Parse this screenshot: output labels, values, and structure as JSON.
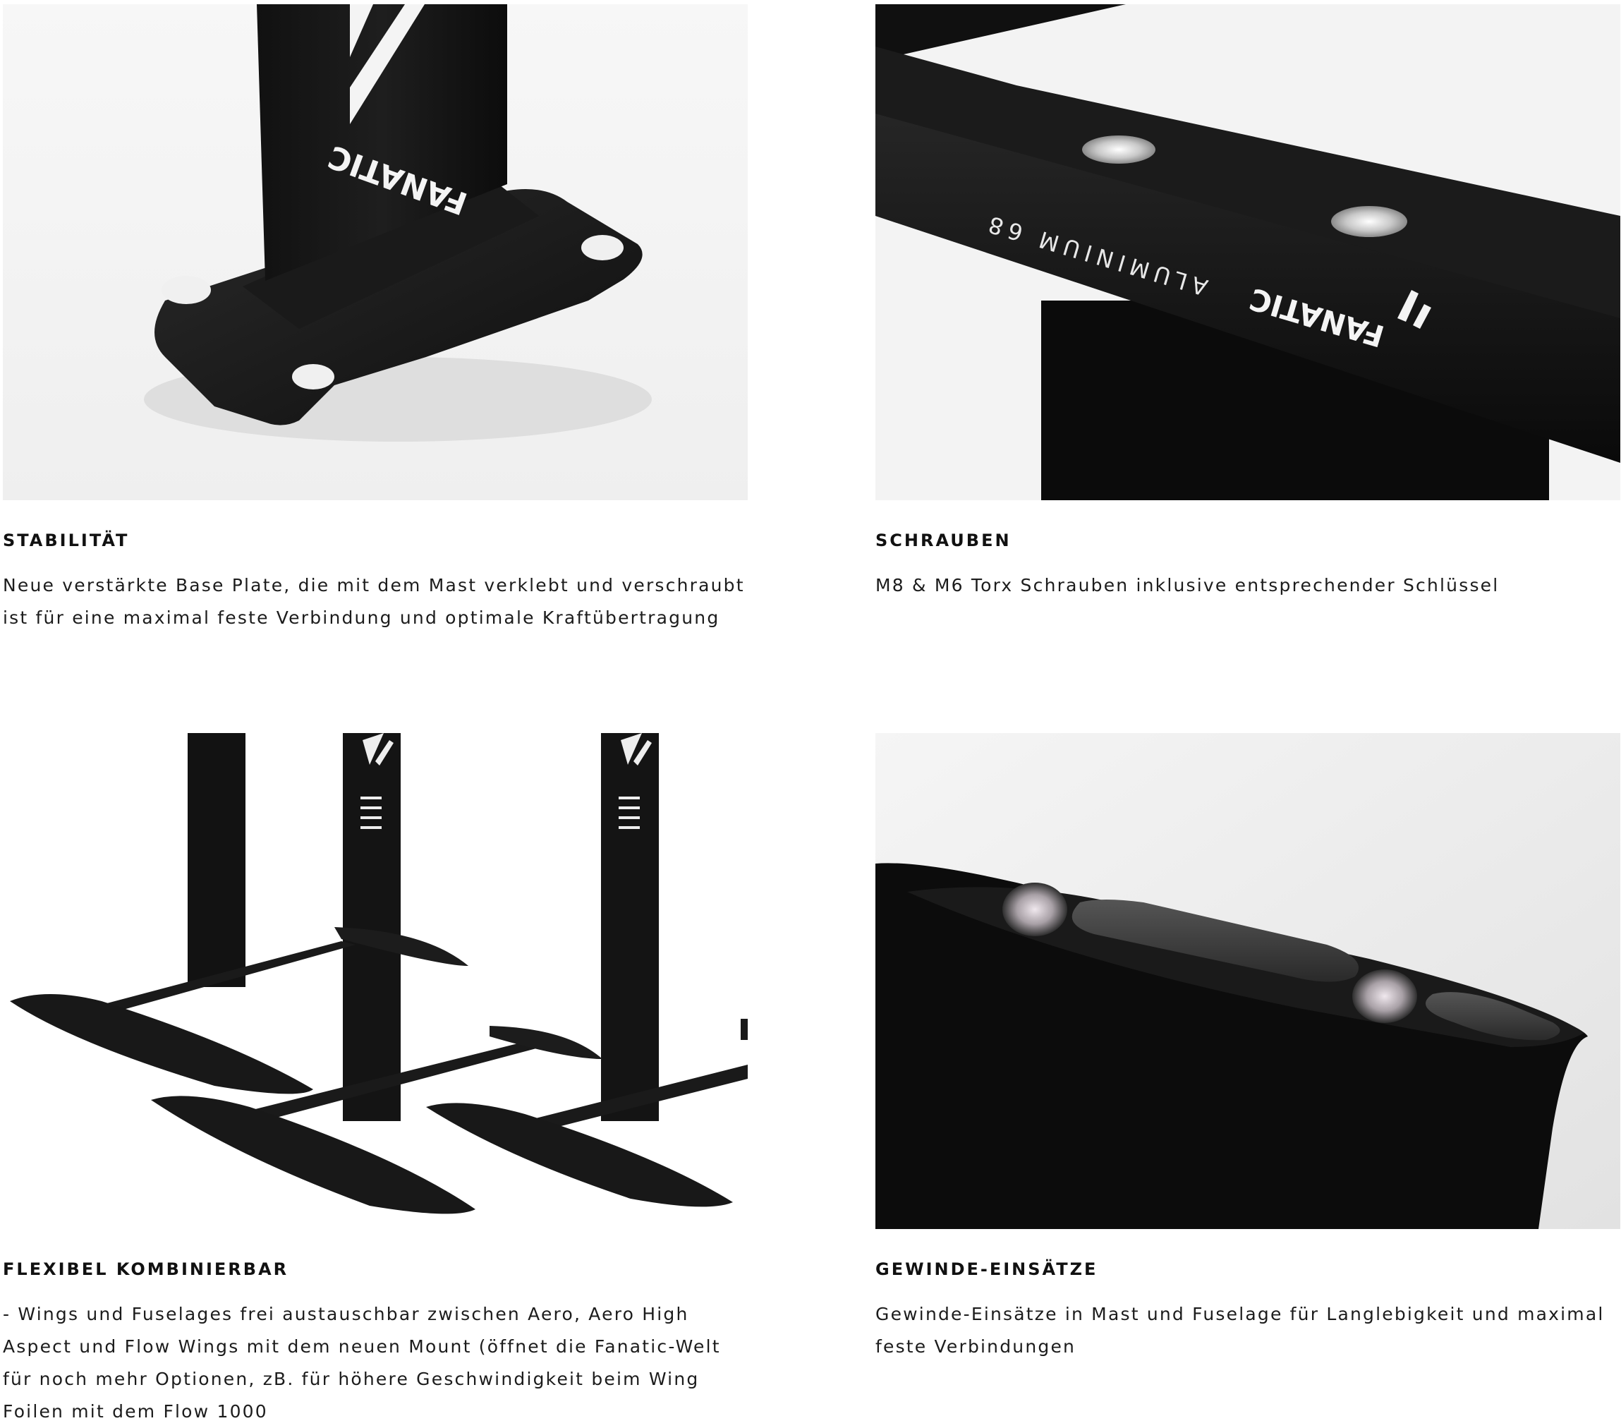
{
  "features": [
    {
      "title": "STABILITÄT",
      "description": "Neue verstärkte Base Plate, die mit dem Mast verklebt und verschraubt ist für eine maximal feste Verbindung und optimale Kraftübertragung",
      "image_brand_text": "FANATIC"
    },
    {
      "title": "SCHRAUBEN",
      "description": "M8 & M6 Torx Schrauben inklusive entsprechender Schlüssel",
      "image_brand_text": "FANATIC",
      "image_model_text": "ALUMINIUM 68"
    },
    {
      "title": "FLEXIBEL KOMBINIERBAR",
      "description": "- Wings und Fuselages frei austauschbar zwischen Aero, Aero High Aspect und Flow Wings mit dem neuen Mount (öffnet die Fanatic-Welt für noch mehr Optionen, zB. für höhere Geschwindigkeit beim Wing Foilen mit dem Flow 1000"
    },
    {
      "title": "GEWINDE-EINSÄTZE",
      "description": "Gewinde-Einsätze in Mast und Fuselage für Langlebigkeit und maximal feste Verbindungen"
    }
  ],
  "colors": {
    "background": "#ffffff",
    "product_black": "#141414",
    "photo_background": "#f1f1f1",
    "text": "#1a1a1a"
  }
}
